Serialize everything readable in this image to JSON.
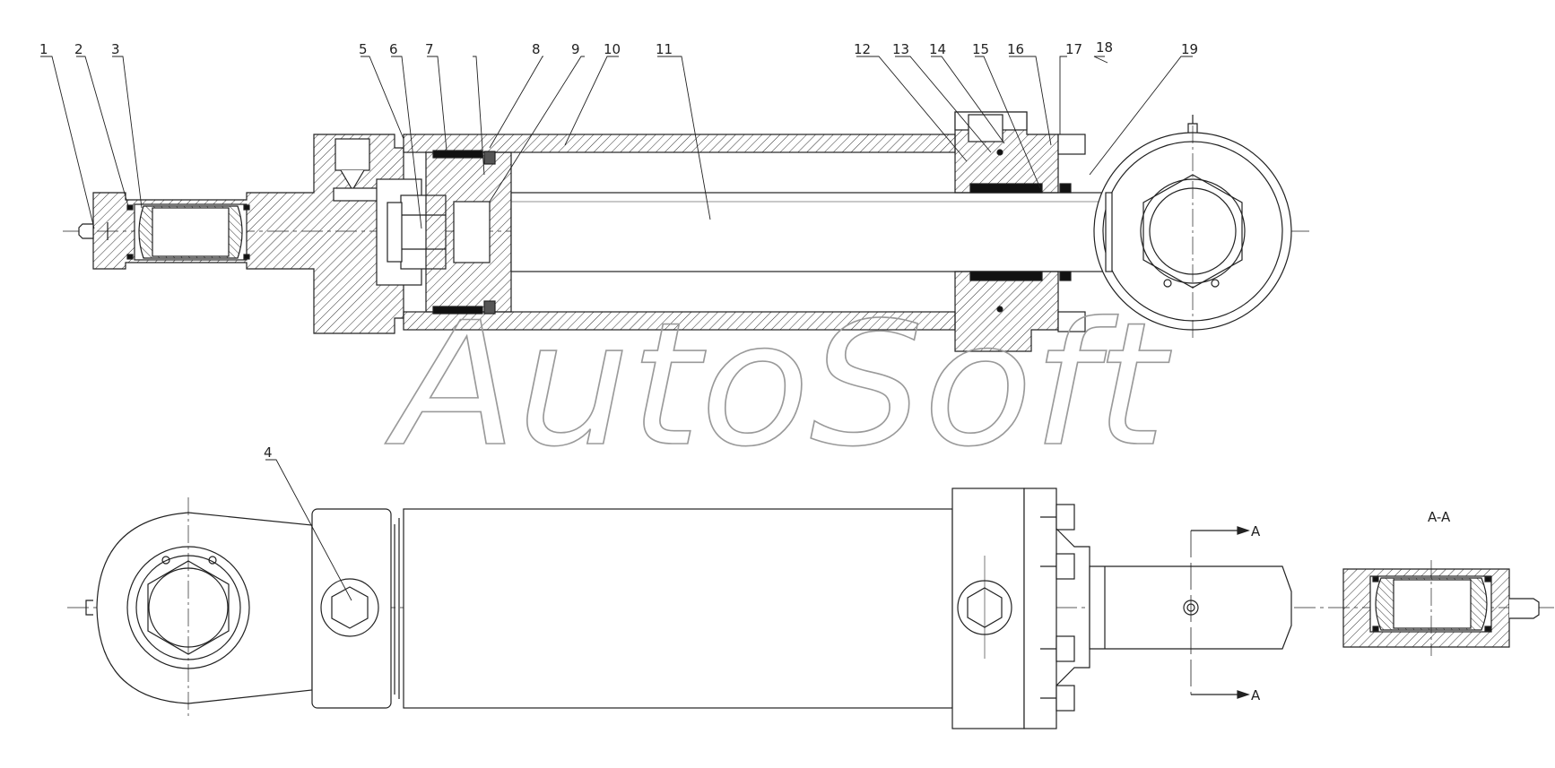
{
  "callouts": [
    "1",
    "2",
    "3",
    "4",
    "5",
    "6",
    "7",
    "8",
    "9",
    "10",
    "11",
    "12",
    "13",
    "14",
    "15",
    "16",
    "17",
    "18",
    "19"
  ],
  "section_label": "A-A",
  "section_marker": "A",
  "watermark": "AutoSoft",
  "colors": {
    "line": "#222222",
    "hatch": "#333333",
    "watermark": "#9a9a9a",
    "background": "#ffffff"
  }
}
